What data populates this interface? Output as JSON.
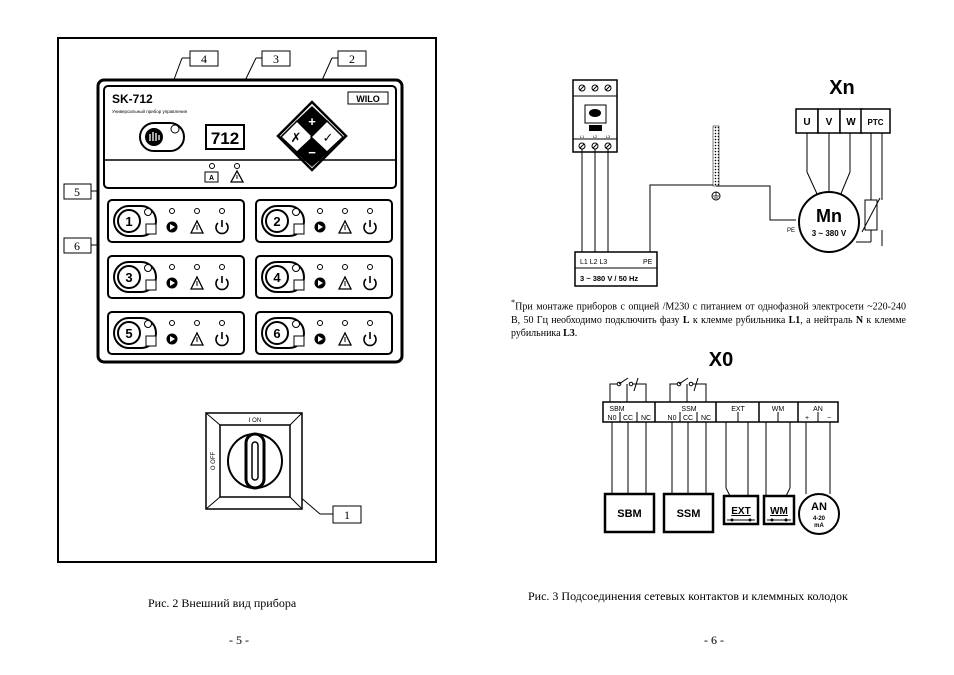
{
  "left_figure": {
    "model": "SK-712",
    "subtitle": "Универсальный прибор управления",
    "brand": "WILO",
    "display_value": "712",
    "callouts": [
      "1",
      "2",
      "3",
      "4",
      "5",
      "6"
    ],
    "pumps": [
      "1",
      "2",
      "3",
      "4",
      "5",
      "6"
    ],
    "keys": {
      "plus": "+",
      "minus": "−",
      "cancel": "✗",
      "ok": "✓"
    },
    "switch_on": "I ON",
    "switch_off": "O OFF",
    "caption": "Рис. 2    Внешний вид прибора",
    "page_number": "- 5 -"
  },
  "right_figure": {
    "xn_title": "Xn",
    "motor_terminals": [
      "U",
      "V",
      "W",
      "PTC"
    ],
    "motor_label": "Mn",
    "motor_voltage": "3 ~ 380 V",
    "pe_label": "PE",
    "breaker_terminals": [
      "L1",
      "L2",
      "L3"
    ],
    "mains_label_row": "L1 L2 L3",
    "mains_pe": "PE",
    "mains_voltage": "3 ~ 380 V / 50 Hz",
    "note": {
      "star": "*",
      "text_1": "При монтаже приборов с опцией /M230 с питанием от однофазной электросети ~220-240 В, 50 Гц необходимо подключить фазу ",
      "bold_L": "L",
      "text_2": " к клемме рубильника ",
      "bold_L1": "L1",
      "text_3": ", а нейтраль ",
      "bold_N": "N",
      "text_4": " к клемме рубильника ",
      "bold_L3": "L3",
      "text_5": "."
    },
    "x0_title": "X0",
    "terminal_groups": [
      "SBM",
      "SSM",
      "EXT",
      "WM",
      "AN"
    ],
    "relay_contacts": [
      "N0",
      "CC",
      "NC"
    ],
    "an_polarity": [
      "+",
      "−"
    ],
    "devices": [
      "SBM",
      "SSM",
      "EXT",
      "WM"
    ],
    "an_device": "AN",
    "an_range": "4-20",
    "an_unit": "mA",
    "caption": "Рис. 3    Подсоединения сетевых контактов и клеммных колодок",
    "page_number": "- 6 -"
  }
}
